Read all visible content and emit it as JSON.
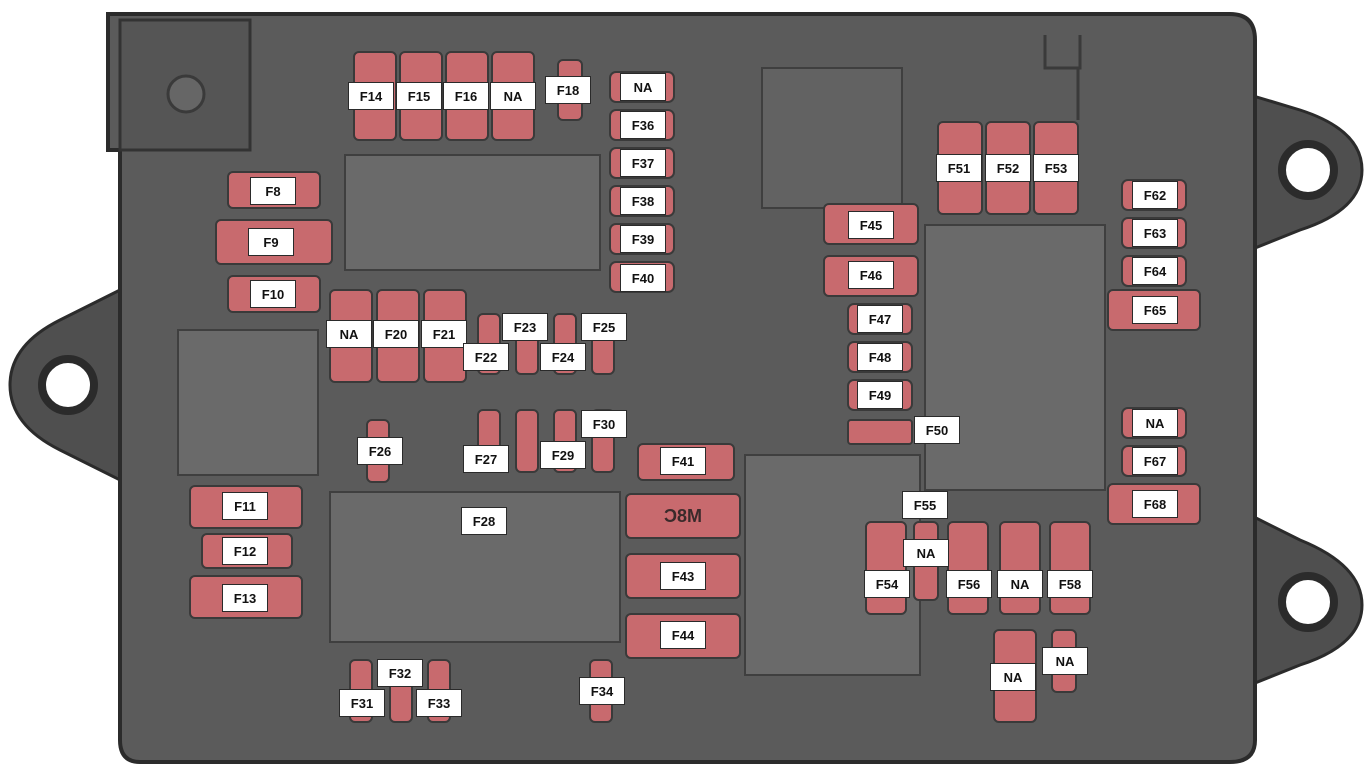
{
  "colors": {
    "housing": "#5b5b5b",
    "housing_dark": "#404040",
    "housing_edge": "#2b2b2b",
    "panel": "#6a6a6a",
    "fuse": "#c86a6e",
    "fuse_dark": "#9c4a50",
    "label_bg": "#ffffff"
  },
  "labels": {
    "f8": "F8",
    "f9": "F9",
    "f10": "F10",
    "f11": "F11",
    "f12": "F12",
    "f13": "F13",
    "f14": "F14",
    "f15": "F15",
    "f16": "F16",
    "na_top": "NA",
    "f18": "F18",
    "f20": "F20",
    "f21": "F21",
    "na_f19": "NA",
    "f22": "F22",
    "f23": "F23",
    "f24": "F24",
    "f25": "F25",
    "f26": "F26",
    "f27": "F27",
    "f28": "F28",
    "f29": "F29",
    "f30": "F30",
    "f31": "F31",
    "f32": "F32",
    "f33": "F33",
    "f34": "F34",
    "na_f35": "NA",
    "f36": "F36",
    "f37": "F37",
    "f38": "F38",
    "f39": "F39",
    "f40": "F40",
    "f41": "F41",
    "f43": "F43",
    "f44": "F44",
    "f45": "F45",
    "f46": "F46",
    "f47": "F47",
    "f48": "F48",
    "f49": "F49",
    "f50": "F50",
    "f51": "F51",
    "f52": "F52",
    "f53": "F53",
    "f54": "F54",
    "f55": "F55",
    "na_mid": "NA",
    "f56": "F56",
    "na_f57": "NA",
    "f58": "F58",
    "na_bot1": "NA",
    "na_bot2": "NA",
    "f62": "F62",
    "f63": "F63",
    "f64": "F64",
    "f65": "F65",
    "na_f66": "NA",
    "f67": "F67",
    "f68": "F68"
  },
  "fuse_marking": "M8C"
}
